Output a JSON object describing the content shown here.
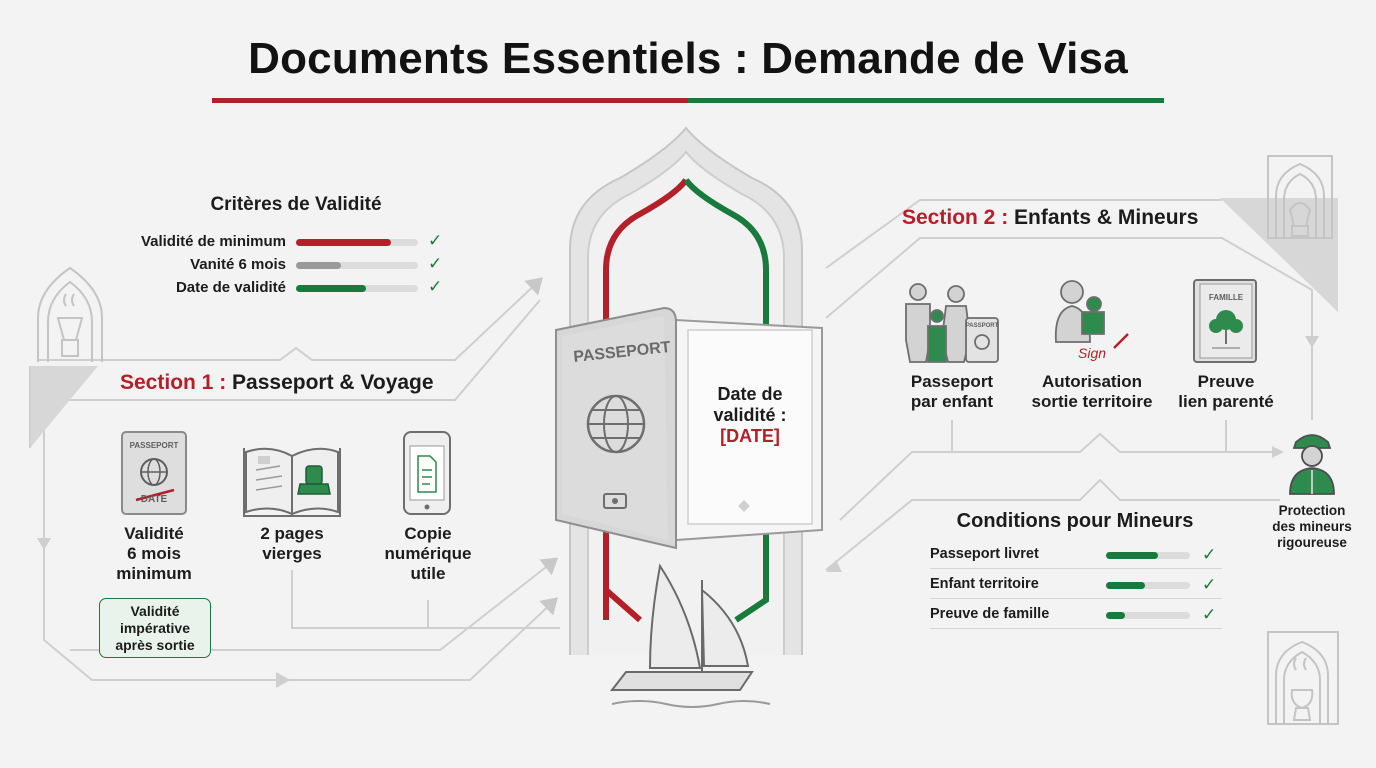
{
  "title": "Documents Essentiels : Demande de Visa",
  "colors": {
    "red": "#b3202a",
    "green": "#187a3c",
    "grey": "#9a9a9a",
    "light_grey": "#dcdcdc"
  },
  "criteria": {
    "title": "Critères de Validité",
    "rows": [
      {
        "label": "Validité de minimum",
        "fill": 0.78,
        "color": "#b3202a",
        "check": "✓"
      },
      {
        "label": "Vanité 6 mois",
        "fill": 0.37,
        "color": "#9a9a9a",
        "check": "✓"
      },
      {
        "label": "Date de validité",
        "fill": 0.57,
        "color": "#187a3c",
        "check": "✓"
      }
    ]
  },
  "section1": {
    "label": "Section 1 :",
    "title": "Passeport & Voyage",
    "items": [
      {
        "icon": "passport-icon",
        "icon_title": "PASSEPORT",
        "icon_stamp": "DATE",
        "caption": "Validité\n6 mois\nminimum"
      },
      {
        "icon": "open-passport-stamp-icon",
        "caption": "2 pages\nvierges"
      },
      {
        "icon": "phone-document-icon",
        "caption": "Copie\nnumérique\nutile"
      }
    ],
    "note": "Validité\nimpérative\naprès sortie"
  },
  "passport": {
    "cover_title": "PASSEPORT",
    "page_text": "Date de\nvalidité :",
    "page_date": "[DATE]"
  },
  "section2": {
    "label": "Section 2 :",
    "title": "Enfants & Mineurs",
    "items": [
      {
        "icon": "family-passport-icon",
        "icon_title": "PASSPORT",
        "caption": "Passeport\npar enfant"
      },
      {
        "icon": "parent-child-signature-icon",
        "icon_title": "Sign",
        "caption": "Autorisation\nsortie territoire"
      },
      {
        "icon": "family-tree-book-icon",
        "icon_title": "FAMILLE",
        "caption": "Preuve\nlien parenté"
      }
    ],
    "protection": "Protection\ndes mineurs\nrigoureuse"
  },
  "conditions": {
    "title": "Conditions pour Mineurs",
    "rows": [
      {
        "label": "Passeport livret",
        "fill": 0.62,
        "check": "✓"
      },
      {
        "label": "Enfant territoire",
        "fill": 0.47,
        "check": "✓"
      },
      {
        "label": "Preuve de famille",
        "fill": 0.23,
        "check": "✓"
      }
    ]
  }
}
